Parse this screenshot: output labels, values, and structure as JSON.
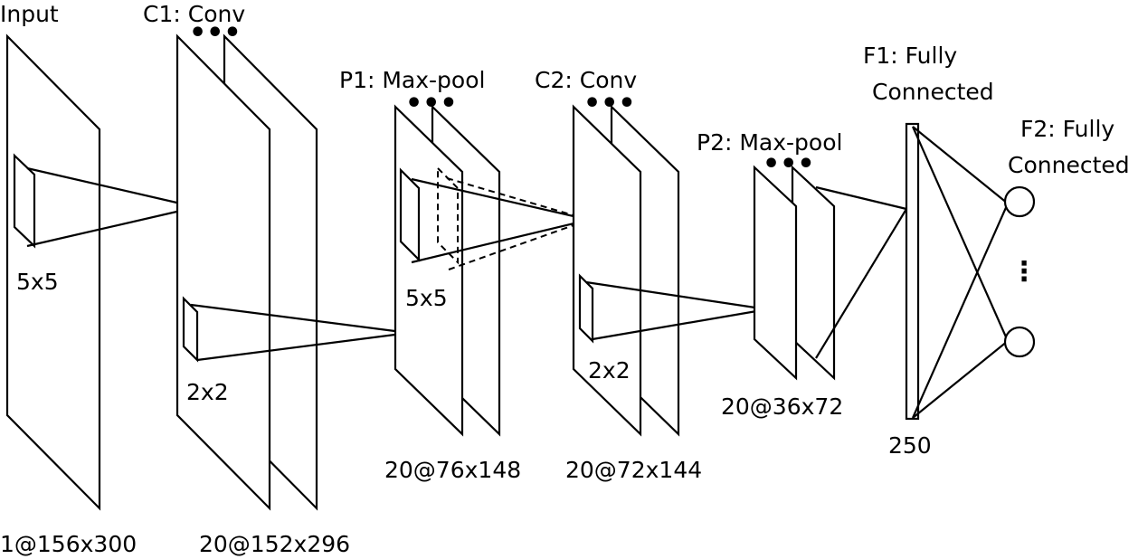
{
  "layers": {
    "input": {
      "title": "Input",
      "kernel": "5x5",
      "dims": "1@156x300"
    },
    "c1": {
      "title": "C1: Conv",
      "kernel": "2x2",
      "dims": "20@152x296"
    },
    "p1": {
      "title": "P1: Max-pool",
      "kernel": "5x5",
      "dims": "20@76x148"
    },
    "c2": {
      "title": "C2: Conv",
      "kernel": "2x2",
      "dims": "20@72x144"
    },
    "p2": {
      "title": "P2: Max-pool",
      "dims": "20@36x72"
    },
    "f1": {
      "title_line1": "F1: Fully",
      "title_line2": "Connected",
      "size": "250"
    },
    "f2": {
      "title_line1": "F2: Fully",
      "title_line2": "Connected"
    }
  },
  "ellipsis": "•••",
  "vertical_ellipsis": "⋮"
}
